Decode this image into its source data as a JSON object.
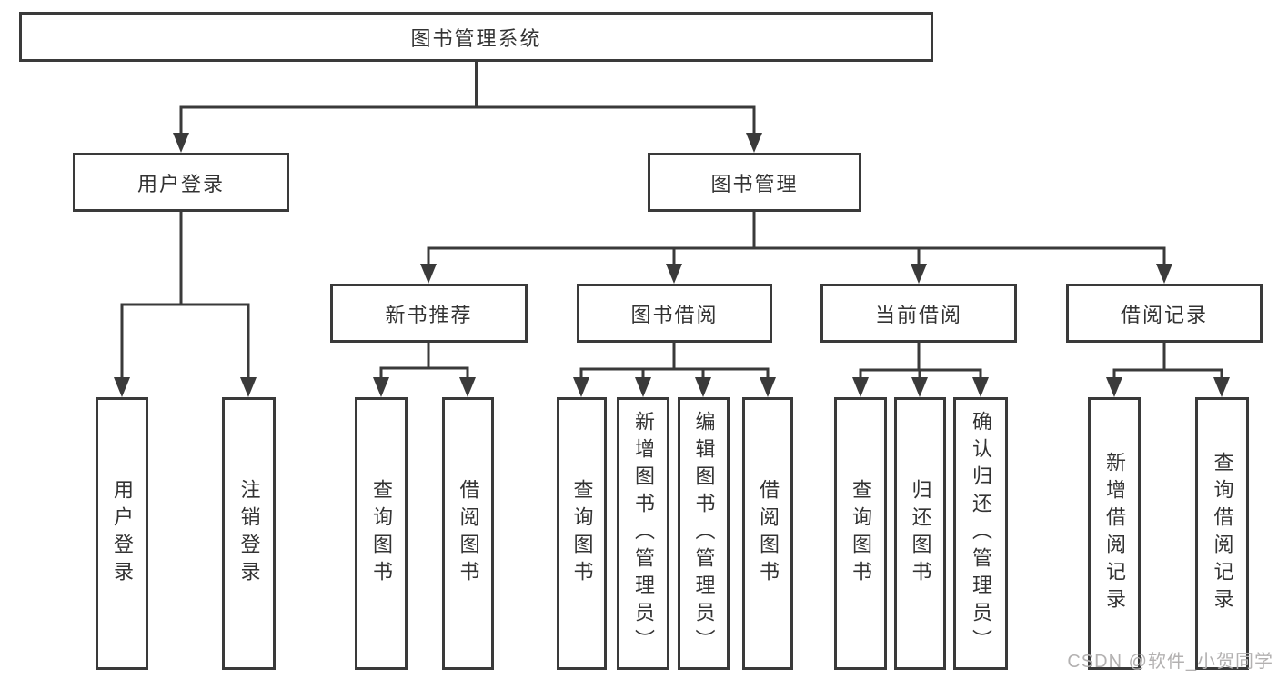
{
  "watermark": {
    "text": "CSDN @软件_小贺同学"
  },
  "colors": {
    "line": "#3a3a3a",
    "box_border": "#3a3a3a",
    "text": "#333333",
    "watermark": "#b3b1b1",
    "background": "#ffffff"
  },
  "tree": {
    "label": "图书管理系统",
    "children": [
      {
        "label": "用户登录",
        "children": [
          {
            "label": "用户登录"
          },
          {
            "label": "注销登录"
          }
        ]
      },
      {
        "label": "图书管理",
        "children": [
          {
            "label": "新书推荐",
            "children": [
              {
                "label": "查询图书"
              },
              {
                "label": "借阅图书"
              }
            ]
          },
          {
            "label": "图书借阅",
            "children": [
              {
                "label": "查询图书"
              },
              {
                "label": "新增图书（管理员）"
              },
              {
                "label": "编辑图书（管理员）"
              },
              {
                "label": "借阅图书"
              }
            ]
          },
          {
            "label": "当前借阅",
            "children": [
              {
                "label": "查询图书"
              },
              {
                "label": "归还图书"
              },
              {
                "label": "确认归还（管理员）"
              }
            ]
          },
          {
            "label": "借阅记录",
            "children": [
              {
                "label": "新增借阅记录"
              },
              {
                "label": "查询借阅记录"
              }
            ]
          }
        ]
      }
    ]
  }
}
